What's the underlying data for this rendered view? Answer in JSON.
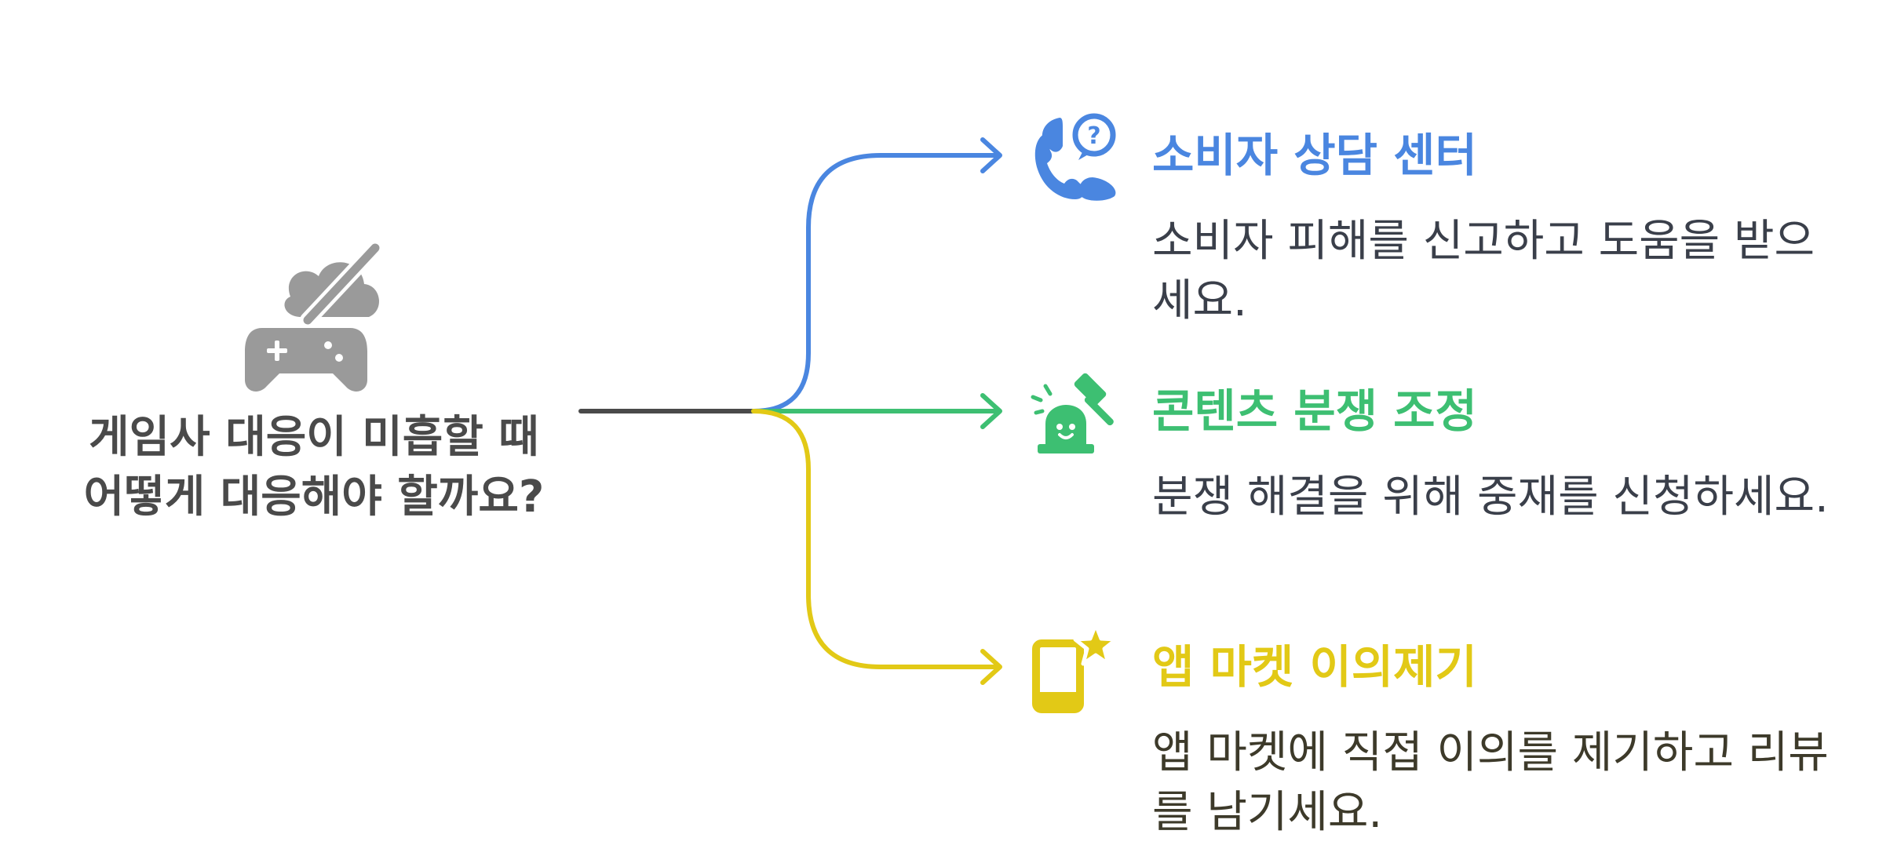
{
  "root": {
    "icon": "gamepad-slash-cloud-icon",
    "title_line1": "게임사 대응이 미흡할 때",
    "title_line2": "어떻게 대응해야 할까요?",
    "color": "#4a4a4a",
    "icon_color": "#9a9a9a"
  },
  "branches": [
    {
      "title": "소비자 상담 센터",
      "description": "소비자 피해를 신고하고 도움을 받으세요.",
      "icon": "phone-question-icon",
      "color": "#4a86e0",
      "text_color": "#3a3f4a"
    },
    {
      "title": "콘텐츠 분쟁 조정",
      "description": "분쟁 해결을 위해 중재를 신청하세요.",
      "icon": "gavel-ghost-icon",
      "color": "#3dbf72",
      "text_color": "#3a3f4a"
    },
    {
      "title": "앱 마켓 이의제기",
      "description": "앱 마켓에 직접 이의를 제기하고 리뷰를 남기세요.",
      "icon": "phone-star-icon",
      "color": "#e2c916",
      "text_color": "#3d3a2a"
    }
  ]
}
